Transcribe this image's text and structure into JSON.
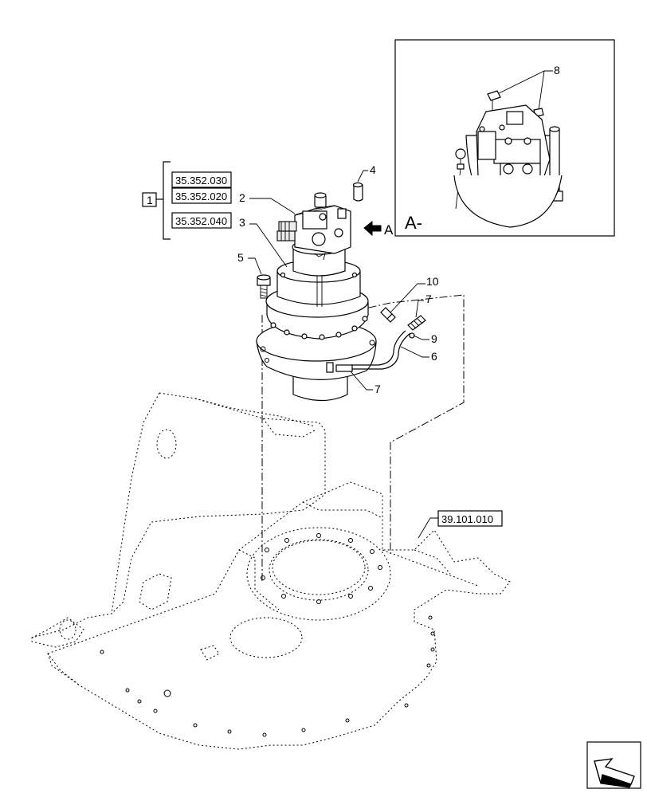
{
  "references": {
    "ref_1": "35.352.030",
    "ref_2": "35.352.020",
    "ref_3": "35.352.040",
    "chassis_ref": "39.101.010"
  },
  "group_label": "1",
  "view_marker": "A",
  "inset_label": "A-",
  "callouts": [
    "2",
    "3",
    "4",
    "5",
    "6",
    "7",
    "7",
    "8",
    "9",
    "10"
  ],
  "icons": {
    "direction_icon": "arrow-down-left-icon"
  }
}
